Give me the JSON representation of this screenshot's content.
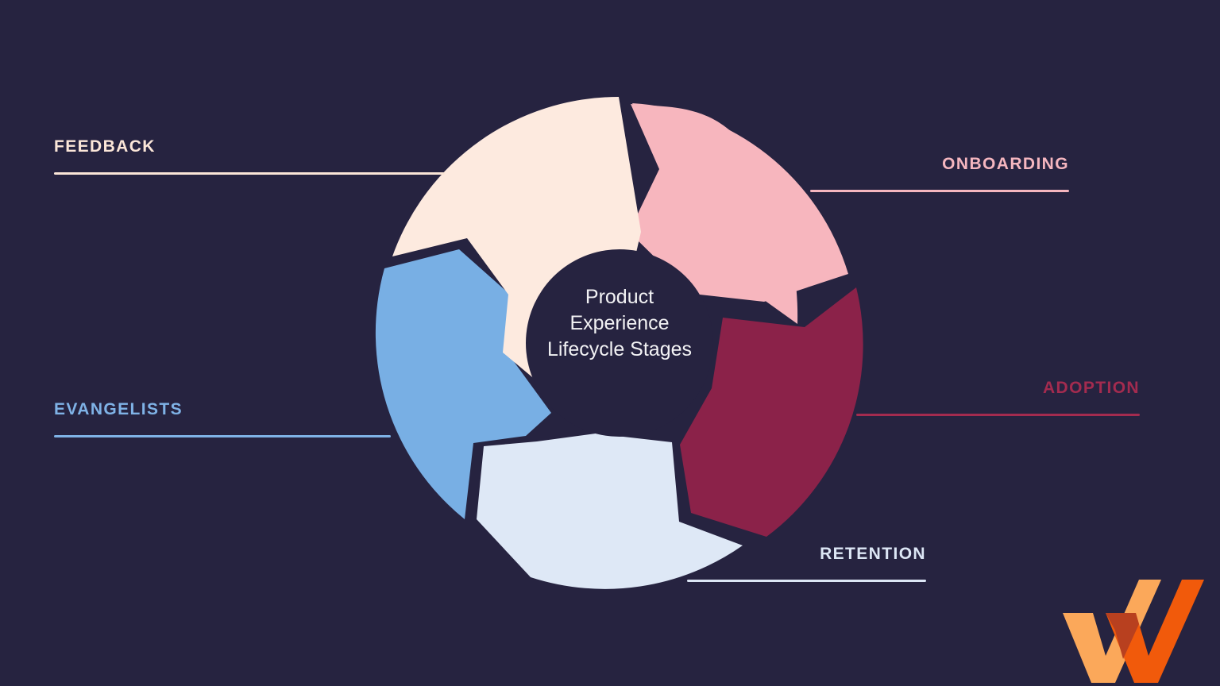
{
  "background_color": "#262340",
  "center": {
    "line1": "Product",
    "line2": "Experience",
    "line3": "Lifecycle Stages",
    "text_color": "#F2F2F4",
    "hub_color": "#262340"
  },
  "chart_data": {
    "type": "pie",
    "title": "Product Experience Lifecycle Stages",
    "subtitle": "",
    "xlabel": "",
    "ylabel": "",
    "legend_position": "outside-callouts",
    "grid": false,
    "categories": [
      "ONBOARDING",
      "ADOPTION",
      "RETENTION",
      "EVANGELISTS",
      "FEEDBACK"
    ],
    "values": [
      20,
      20,
      20,
      20,
      20
    ],
    "colors": [
      "#F7B6BE",
      "#8B2249",
      "#DEE8F6",
      "#78AFE4",
      "#FDEADF"
    ],
    "annotations": [
      "Five-stage circular product experience lifecycle rendered as chevron arrow segments flowing clockwise."
    ]
  },
  "segments": [
    {
      "id": "onboarding",
      "label": "ONBOARDING",
      "color": "#F7B6BE",
      "label_color": "#F5B6BF",
      "side": "right",
      "order": 1
    },
    {
      "id": "adoption",
      "label": "ADOPTION",
      "color": "#8B2249",
      "label_color": "#A32B4F",
      "side": "right",
      "order": 2
    },
    {
      "id": "retention",
      "label": "RETENTION",
      "color": "#DEE8F6",
      "label_color": "#DCE6F5",
      "side": "right",
      "order": 3
    },
    {
      "id": "evangelists",
      "label": "EVANGELISTS",
      "color": "#78AFE4",
      "label_color": "#7FB2E6",
      "side": "left",
      "order": 4
    },
    {
      "id": "feedback",
      "label": "FEEDBACK",
      "color": "#FDEADF",
      "label_color": "#FBE6D8",
      "side": "left",
      "order": 5
    }
  ],
  "logo": {
    "name": "wyzowl-logo",
    "color_light": "#FBA85A",
    "color_bright": "#F15A0B",
    "color_overlap": "#B8401F"
  }
}
